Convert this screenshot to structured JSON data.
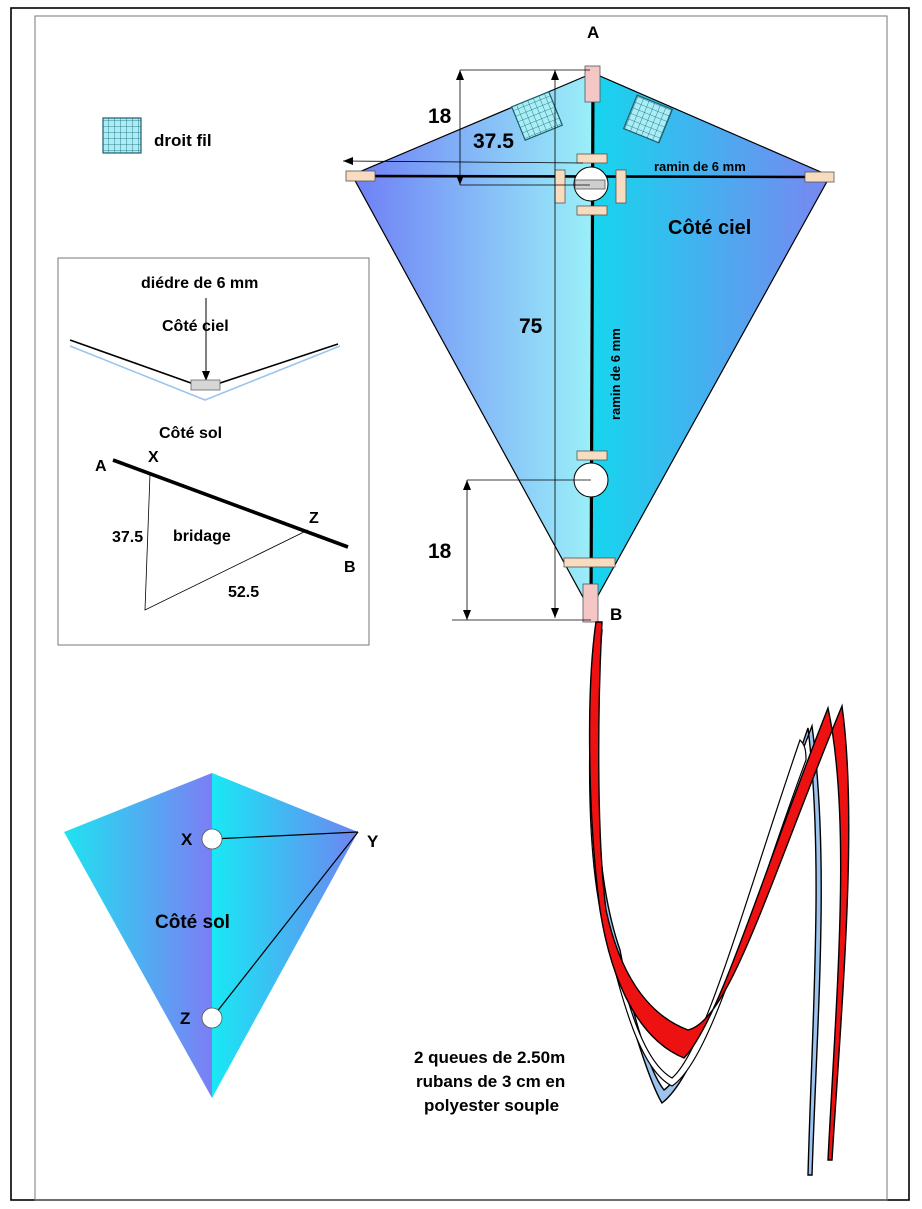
{
  "main_kite": {
    "top_label": "A",
    "bottom_label": "B",
    "dim_top": "18",
    "dim_upper_spar": "37.5",
    "dim_length": "75",
    "dim_bottom": "18",
    "spar_horizontal": "ramin de 6 mm",
    "spar_vertical": "ramin de 6 mm",
    "side_label": "Côté ciel"
  },
  "legend": {
    "text": "droit fil"
  },
  "detail_box": {
    "dihedral_label": "diédre de 6 mm",
    "sky_side": "Côté ciel",
    "ground_side": "Côté sol",
    "point_a": "A",
    "point_x": "X",
    "point_z": "Z",
    "point_b": "B",
    "bridle_label": "bridage",
    "dim_left": "37.5",
    "dim_bottom": "52.5"
  },
  "small_kite": {
    "point_x": "X",
    "point_y": "Y",
    "point_z": "Z",
    "side_label": "Côté sol"
  },
  "tail_note": {
    "line1": "2 queues de 2.50m",
    "line2": "rubans de 3 cm en",
    "line3": "polyester souple"
  },
  "colors": {
    "sail_blue": "#6e8cf5",
    "sail_cyan": "#1fd8ee",
    "sail_light": "#8fe9f7",
    "spar_tip": "#f8dcc0",
    "end_cap": "#f4c6c6",
    "tail_red": "#ee1111",
    "tail_blue": "#9cc4ef"
  }
}
